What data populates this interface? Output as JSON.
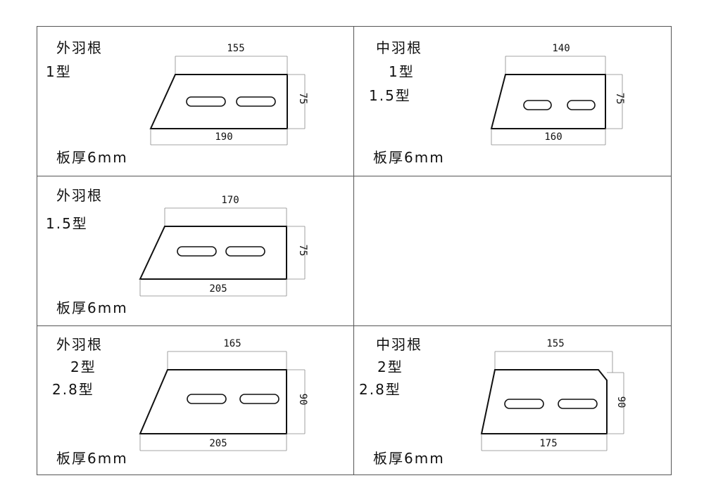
{
  "panels": [
    {
      "name": "外羽根",
      "types": [
        "1型"
      ],
      "thickness": "板厚6mm",
      "dims": {
        "top": "155",
        "bottom": "190",
        "height": "75"
      }
    },
    {
      "name": "中羽根",
      "types": [
        "1型",
        "1.5型"
      ],
      "thickness": "板厚6mm",
      "dims": {
        "top": "140",
        "bottom": "160",
        "height": "75"
      }
    },
    {
      "name": "外羽根",
      "types": [
        "1.5型"
      ],
      "thickness": "板厚6mm",
      "dims": {
        "top": "170",
        "bottom": "205",
        "height": "75"
      }
    },
    {
      "name": "外羽根",
      "types": [
        "2型",
        "2.8型"
      ],
      "thickness": "板厚6mm",
      "dims": {
        "top": "165",
        "bottom": "205",
        "height": "90"
      }
    },
    {
      "name": "中羽根",
      "types": [
        "2型",
        "2.8型"
      ],
      "thickness": "板厚6mm",
      "dims": {
        "top": "155",
        "bottom": "175",
        "height": "90"
      }
    }
  ]
}
